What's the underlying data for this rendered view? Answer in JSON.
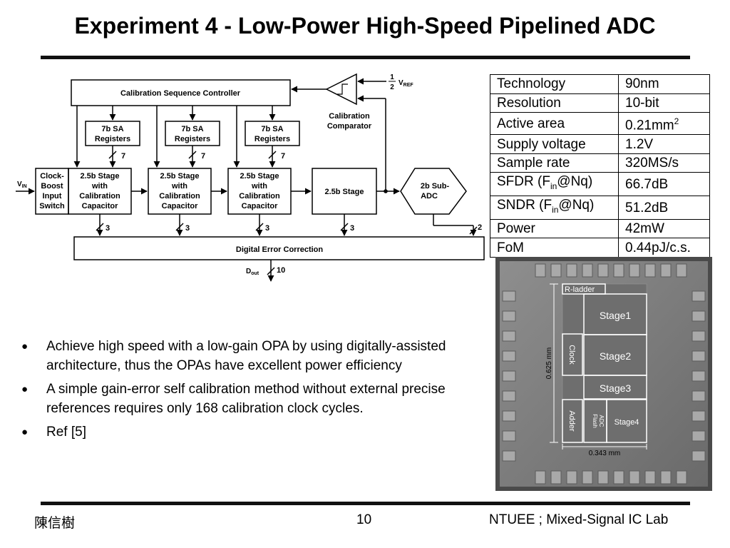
{
  "title": "Experiment 4 - Low-Power High-Speed Pipelined ADC",
  "diagram": {
    "controller": "Calibration Sequence Controller",
    "sa_register": [
      "7b SA",
      "Registers"
    ],
    "bus_sa": "7",
    "vin": "V",
    "vin_sub": "IN",
    "switch": [
      "Clock-",
      "Boost",
      "Input",
      "Switch"
    ],
    "cal_stage": [
      "2.5b Stage",
      "with",
      "Calibration",
      "Capacitor"
    ],
    "stage": "2.5b Stage",
    "subadc": [
      "2b Sub-",
      "ADC"
    ],
    "comparator": [
      "Calibration",
      "Comparator"
    ],
    "vref_num": "1",
    "vref_den": "2",
    "vref": "V",
    "vref_sub": "REF",
    "bus_stage": "3",
    "bus_sub": "2",
    "dec": "Digital Error Correction",
    "dout": "D",
    "dout_sub": "out",
    "bus_out": "10"
  },
  "specs": [
    {
      "key": "Technology",
      "value": "90nm"
    },
    {
      "key": "Resolution",
      "value": "10-bit"
    },
    {
      "key": "Active area",
      "value": "0.21mm",
      "value_sup": "2"
    },
    {
      "key": "Supply voltage",
      "value": "1.2V"
    },
    {
      "key": "Sample rate",
      "value": "320MS/s"
    },
    {
      "key": "SFDR (F",
      "key_sub": "in",
      "key_tail": "@Nq)",
      "value": "66.7dB"
    },
    {
      "key": "SNDR (F",
      "key_sub": "in",
      "key_tail": "@Nq)",
      "value": "51.2dB"
    },
    {
      "key": "Power",
      "value": "42mW"
    },
    {
      "key": "FoM",
      "value": "0.44pJ/c.s."
    }
  ],
  "chip": {
    "r_ladder": "R-ladder",
    "stage1": "Stage1",
    "stage2": "Stage2",
    "stage3": "Stage3",
    "stage4": "Stage4",
    "clock": "Clock",
    "adder": "Adder",
    "flash1": "Flash",
    "flash2": "ADC",
    "height": "0.625 mm",
    "width": "0.343 mm"
  },
  "bullets": [
    "Achieve high speed with a low-gain OPA by using digitally-assisted architecture, thus the OPAs have excellent power efficiency",
    "A simple gain-error self calibration method without  external precise references requires only 168 calibration clock cycles.",
    "Ref [5]"
  ],
  "footer": {
    "author": "陳信樹",
    "page": "10",
    "lab": "NTUEE ; Mixed-Signal IC Lab"
  }
}
